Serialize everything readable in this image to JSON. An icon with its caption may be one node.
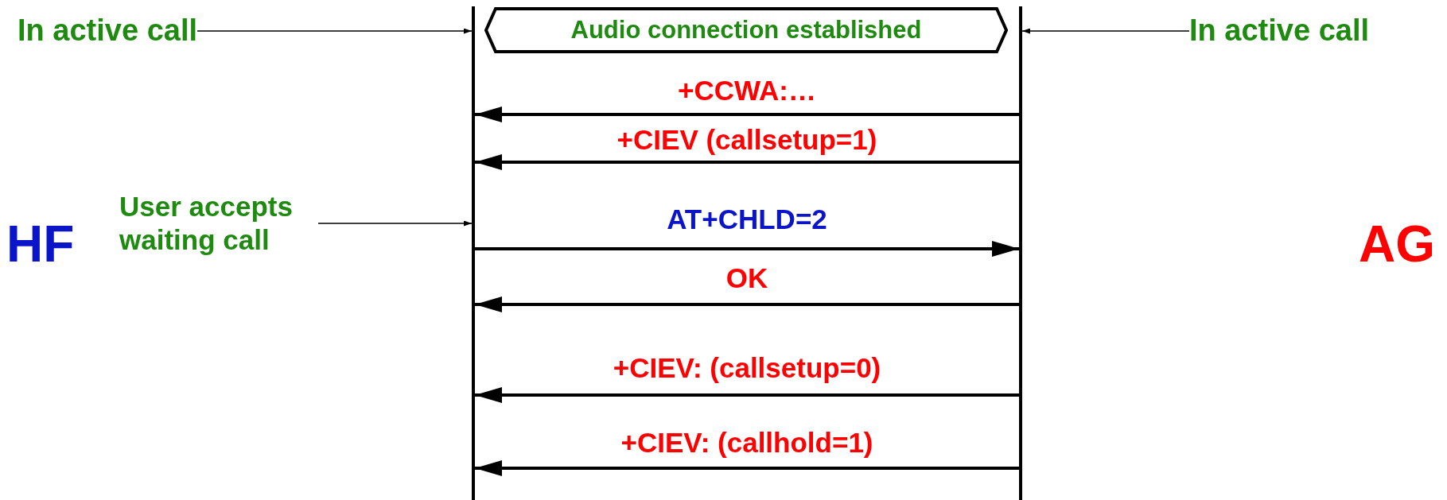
{
  "diagram": {
    "nodes": [
      {
        "text": [
          "HF"
        ]
      },
      {
        "text": [
          "AG"
        ]
      },
      {
        "text": [],
        "shape": "bar"
      },
      {
        "text": [],
        "shape": "bar"
      },
      {
        "text": [
          "Audio connection established"
        ]
      },
      {
        "text": [
          "In active call"
        ]
      },
      {
        "text": [
          "In active call"
        ]
      },
      {
        "text": [
          "User accepts waiting call"
        ]
      }
    ],
    "edges": [
      {
        "from": 5,
        "to": 2,
        "arrow": "to"
      },
      {
        "from": 6,
        "to": 3,
        "arrow": "to"
      },
      {
        "from": 3,
        "to": 2,
        "arrow": "to",
        "label": "+CCWA:…"
      },
      {
        "from": 3,
        "to": 2,
        "arrow": "to",
        "label": "+CIEV (callsetup=1)"
      },
      {
        "from": 7,
        "to": 2,
        "arrow": "to"
      },
      {
        "from": 2,
        "to": 3,
        "arrow": "to",
        "label": "AT+CHLD=2"
      },
      {
        "from": 3,
        "to": 2,
        "arrow": "to",
        "label": "OK"
      },
      {
        "from": 3,
        "to": 2,
        "arrow": "to",
        "label": "+CIEV: (callsetup=0)"
      },
      {
        "from": 3,
        "to": 2,
        "arrow": "to",
        "label": "+CIEV: (callhold=1)"
      }
    ]
  }
}
